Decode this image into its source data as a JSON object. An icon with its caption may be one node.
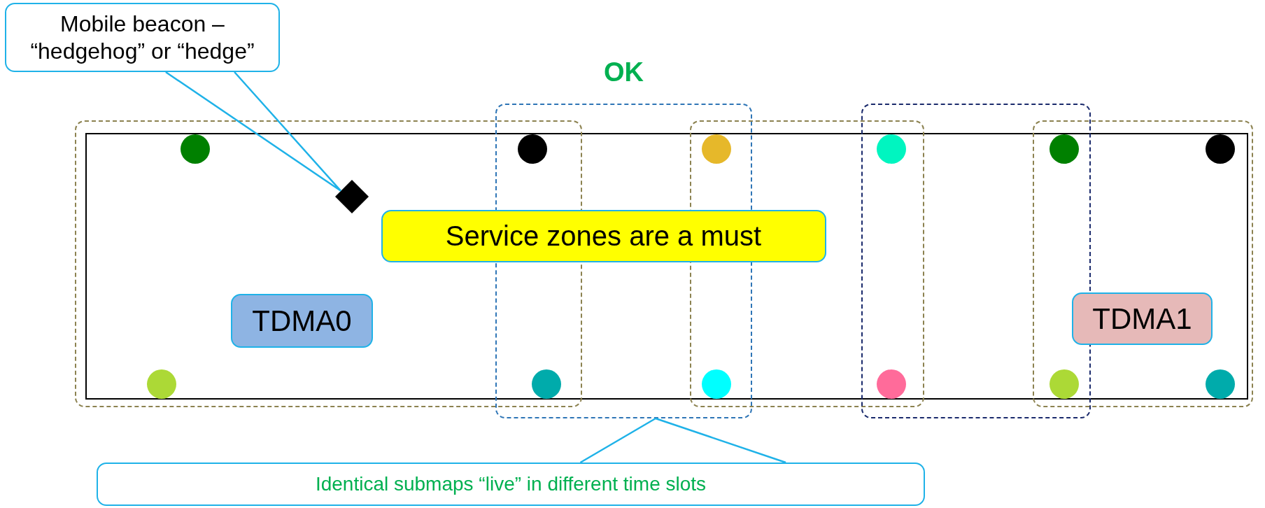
{
  "diagram": {
    "nodes": [
      {
        "text": [
          "Mobile beacon – “hedgehog” or “hedge”"
        ]
      },
      {
        "text": [],
        "shape": "diamond",
        "in": 3
      },
      {
        "text": [],
        "shape": "box"
      },
      {
        "text": [],
        "shape": "box"
      },
      {
        "text": [
          "OK"
        ]
      },
      {
        "text": [],
        "shape": "box"
      },
      {
        "text": [],
        "shape": "box"
      },
      {
        "text": [],
        "shape": "box"
      },
      {
        "text": [],
        "shape": "circle",
        "in": 3
      },
      {
        "text": [],
        "shape": "circle"
      },
      {
        "text": [],
        "shape": "circle"
      },
      {
        "text": [],
        "shape": "circle"
      },
      {
        "text": [],
        "shape": "circle"
      },
      {
        "text": [],
        "shape": "circle",
        "in": 7
      },
      {
        "text": [],
        "shape": "circle",
        "in": 3
      },
      {
        "text": [],
        "shape": "circle"
      },
      {
        "text": [],
        "shape": "circle"
      },
      {
        "text": [],
        "shape": "circle"
      },
      {
        "text": [],
        "shape": "circle"
      },
      {
        "text": [],
        "shape": "circle",
        "in": 7
      },
      {
        "text": [
          "Service zones are a must"
        ],
        "in": 2
      },
      {
        "text": [
          "TDMA0"
        ],
        "in": 3
      },
      {
        "text": [
          "TDMA1"
        ],
        "in": 7
      },
      {
        "text": [
          "Identical submaps “live” in different time slots"
        ]
      }
    ],
    "edges": [
      {
        "from": 0,
        "to": 1,
        "arrow": "none"
      },
      {
        "from": 23,
        "to": 4,
        "arrow": "none"
      }
    ]
  }
}
